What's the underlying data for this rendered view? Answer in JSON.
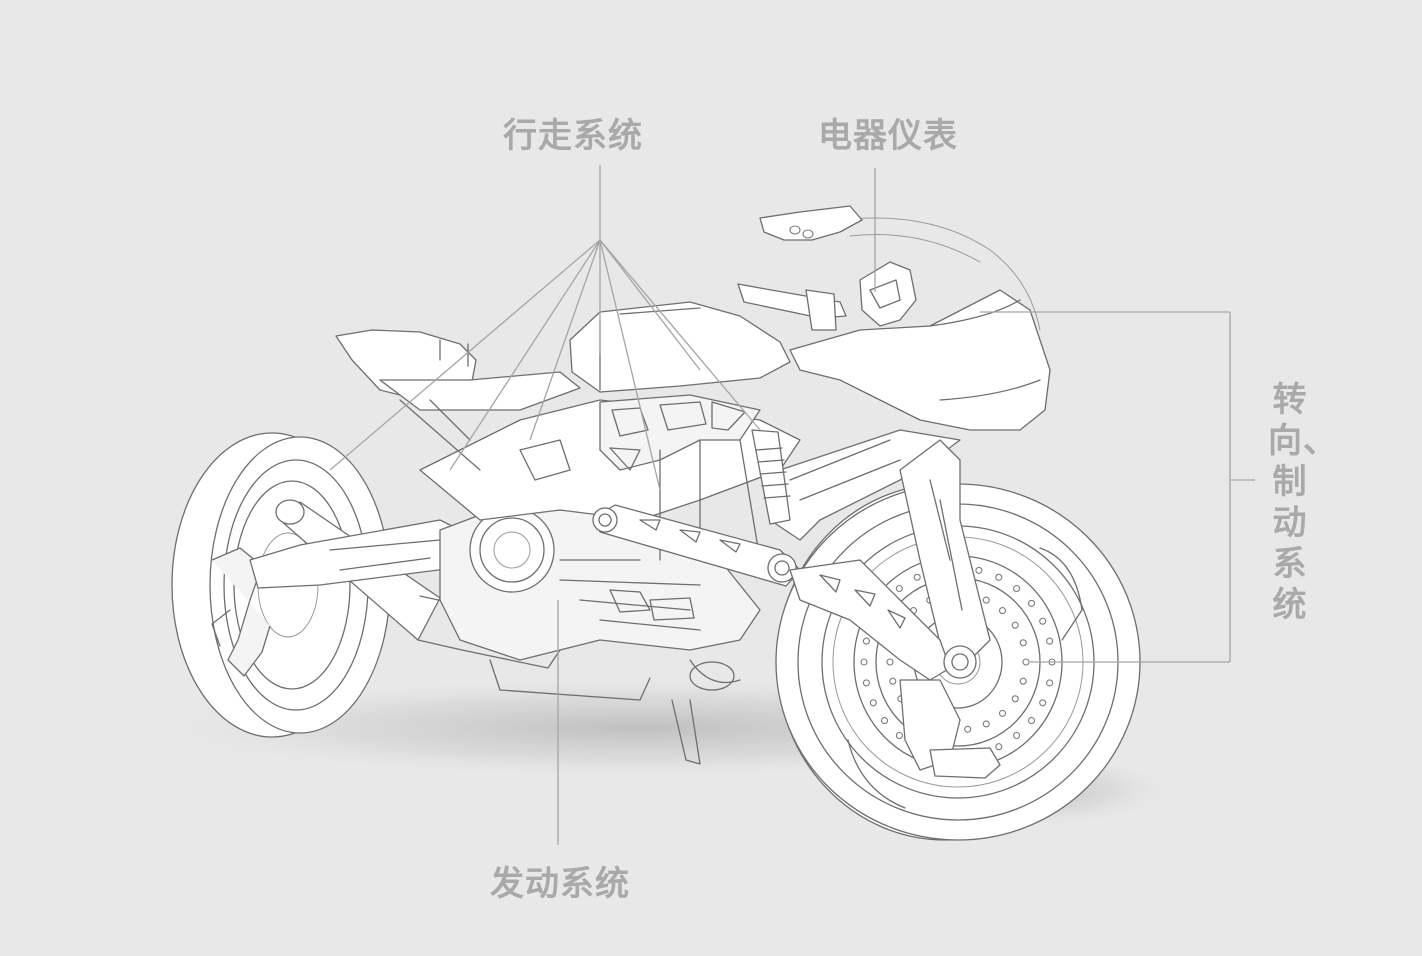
{
  "labels": {
    "chassis": "行走系统",
    "electrical": "电器仪表",
    "steering_braking": "转向、制动系统",
    "engine": "发动系统"
  },
  "colors": {
    "background": "#e8e8e8",
    "label": "#a9a9a9",
    "line_art": "#6e6e6e",
    "callout_line": "#a5a5a5"
  }
}
